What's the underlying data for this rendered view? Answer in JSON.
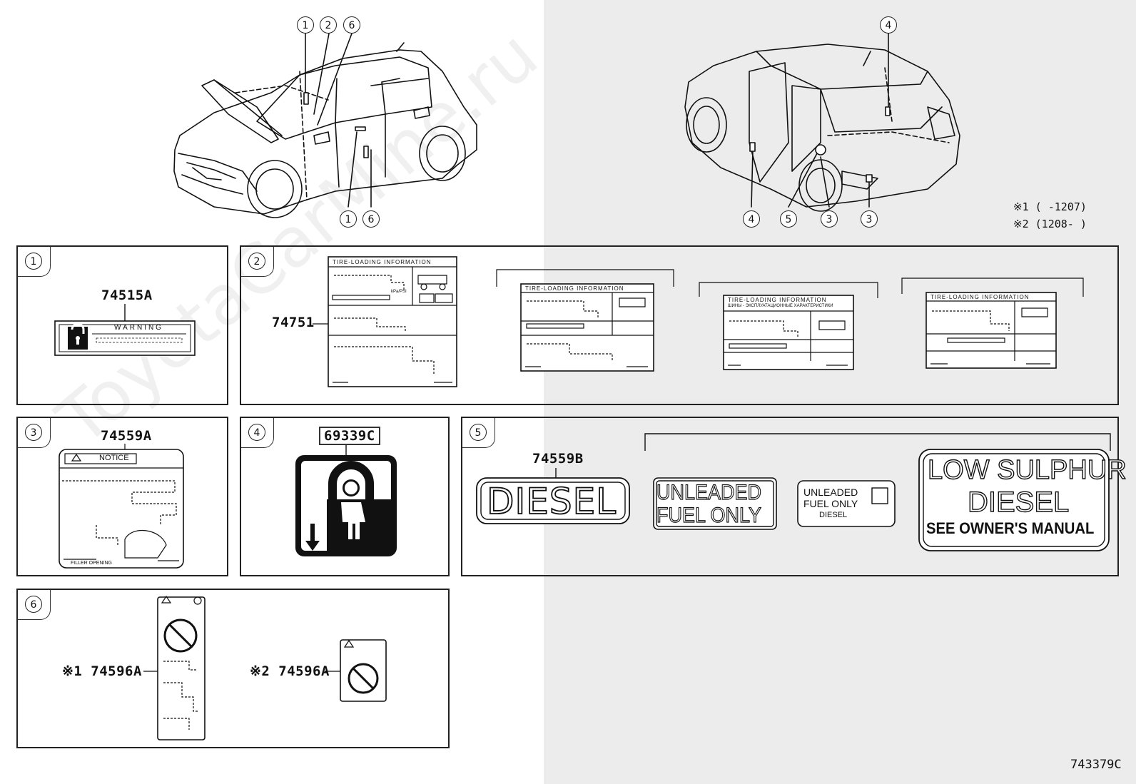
{
  "diagram_code": "743379C",
  "notes": {
    "note1": "※1 (     -1207)",
    "note2": "※2 (1208-     )"
  },
  "callouts": {
    "front": [
      "1",
      "2",
      "6",
      "1",
      "6"
    ],
    "rear": [
      "4",
      "4",
      "5",
      "3",
      "3"
    ]
  },
  "panels": {
    "p1": {
      "num": "1",
      "part": "74515A",
      "label_text": "WARNING"
    },
    "p2": {
      "num": "2",
      "part": "74751",
      "label_title": "TIRE-LOADING INFORMATION",
      "label_title_ru": "ШИНЫ - ЭКСПЛУАТАЦИОННЫЕ ХАРАКТЕРИСТИКИ",
      "kpa": "kPa/PSI"
    },
    "p3": {
      "num": "3",
      "part": "74559A",
      "notice": "NOTICE",
      "filler": "FILLER OPENING"
    },
    "p4": {
      "num": "4",
      "part": "69339C"
    },
    "p5": {
      "num": "5",
      "part": "74559B",
      "diesel": "DIESEL",
      "unleaded1": "UNLEADED",
      "unleaded2": "FUEL ONLY",
      "small1": "UNLEADED",
      "small2": "FUEL ONLY",
      "small3": "DIESEL",
      "low1": "LOW SULPHUR",
      "low2": "DIESEL",
      "low3": "SEE OWNER'S MANUAL"
    },
    "p6": {
      "num": "6",
      "part1": "※1 74596A",
      "part2": "※2 74596A"
    }
  },
  "watermark": "ToyotaCarMine.ru"
}
